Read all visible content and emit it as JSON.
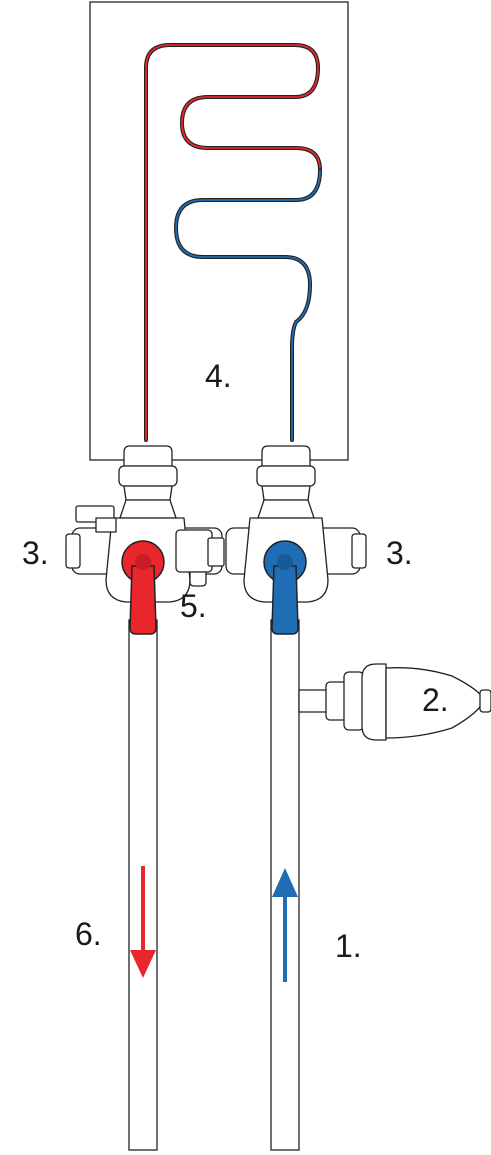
{
  "labels": {
    "inlet": "1.",
    "expansion_vessel": "2.",
    "valve_left": "3.",
    "valve_right": "3.",
    "heater": "4.",
    "relief_valve": "5.",
    "outlet": "6."
  },
  "colors": {
    "hot": "#e8262c",
    "cold": "#1f6db5",
    "outline": "#222222",
    "background": "#ffffff"
  }
}
